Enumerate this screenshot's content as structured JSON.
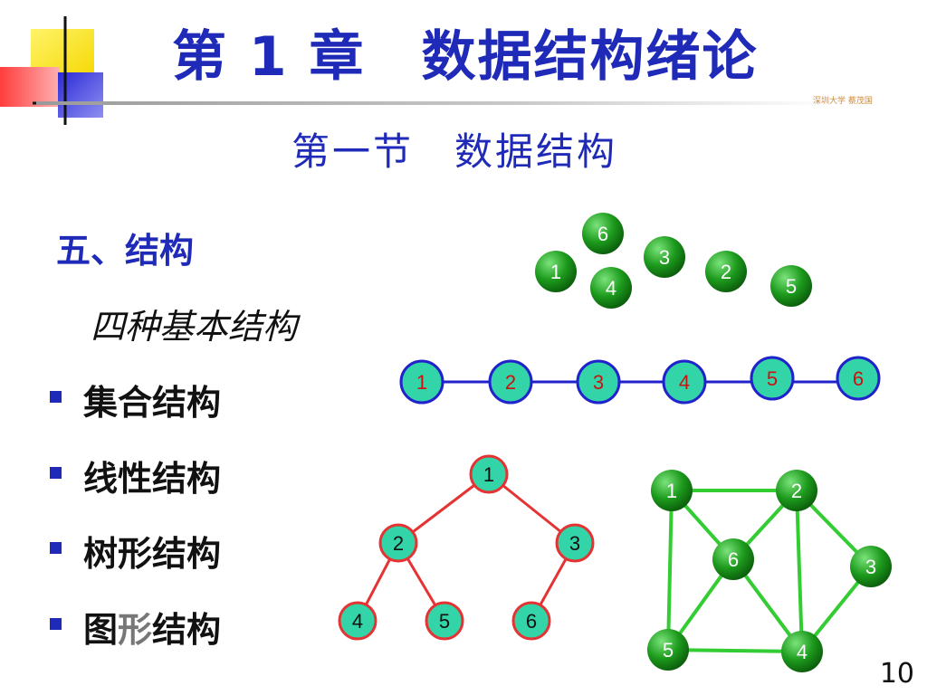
{
  "slide": {
    "title": "第 1 章　数据结构绪论",
    "signature": "深圳大学 蔡茂国",
    "subtitle": "第一节　数据结构",
    "section_heading": "五、结构",
    "structures_caption": "四种基本结构",
    "bullets": [
      {
        "text": "集合结构"
      },
      {
        "text": "线性结构"
      },
      {
        "text": "树形结构"
      },
      {
        "text_a": "图",
        "text_b": "形",
        "text_c": "结构"
      }
    ],
    "page_number": "10"
  },
  "colors": {
    "title_blue": "#1f2bb8",
    "green_node": "#1a8a1a",
    "teal_node": "#33d4a8",
    "line_blue": "#2222cc",
    "tree_red": "#e53333",
    "graph_green": "#33cc33"
  },
  "diagrams": {
    "set_nodes": [
      "6",
      "1",
      "4",
      "3",
      "2",
      "5"
    ],
    "linear_nodes": [
      "1",
      "2",
      "3",
      "4",
      "5",
      "6"
    ],
    "tree_nodes": [
      "1",
      "2",
      "3",
      "4",
      "5",
      "6"
    ],
    "graph_nodes": [
      "1",
      "2",
      "6",
      "3",
      "5",
      "4"
    ]
  }
}
